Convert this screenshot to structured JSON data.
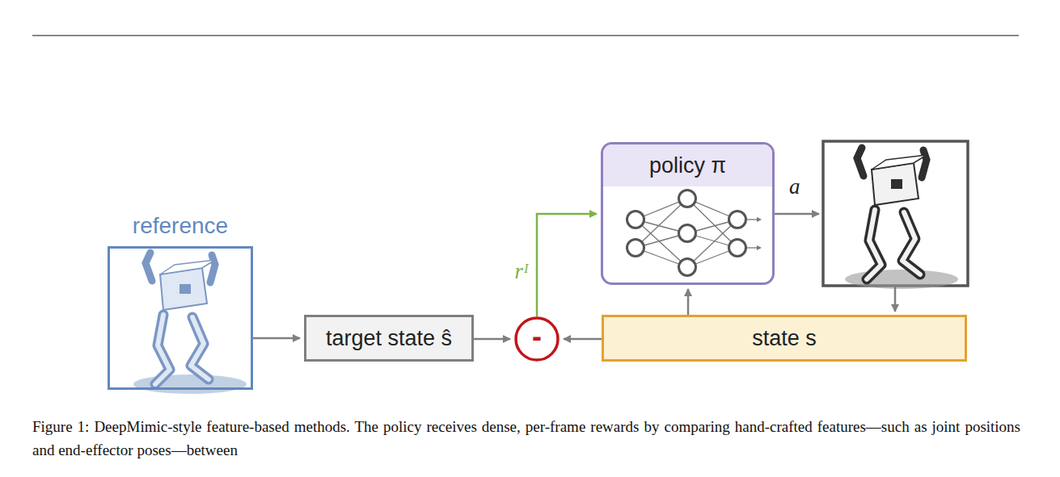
{
  "diagram": {
    "caption": "Figure 1: DeepMimic-style feature-based methods. The policy receives dense, per-frame rewards by comparing hand-crafted features—such as joint positions and end-effector poses—between",
    "nodes": [
      {
        "text": [
          "reference"
        ]
      },
      {
        "text": [
          "target state ŝ"
        ]
      },
      {
        "text": [
          "-"
        ]
      },
      {
        "text": [
          "policy π"
        ]
      },
      {
        "text": [
          "state s"
        ]
      }
    ],
    "edges": [
      {
        "from": 0,
        "to": 1,
        "arrow": "to"
      },
      {
        "from": 1,
        "to": 2,
        "arrow": "to"
      },
      {
        "from": 4,
        "to": 2,
        "arrow": "to"
      },
      {
        "from": 2,
        "to": 3,
        "label": "rᴵ",
        "arrow": "to"
      },
      {
        "from": 4,
        "to": 3,
        "arrow": "to"
      }
    ],
    "labels": [
      "a"
    ]
  }
}
